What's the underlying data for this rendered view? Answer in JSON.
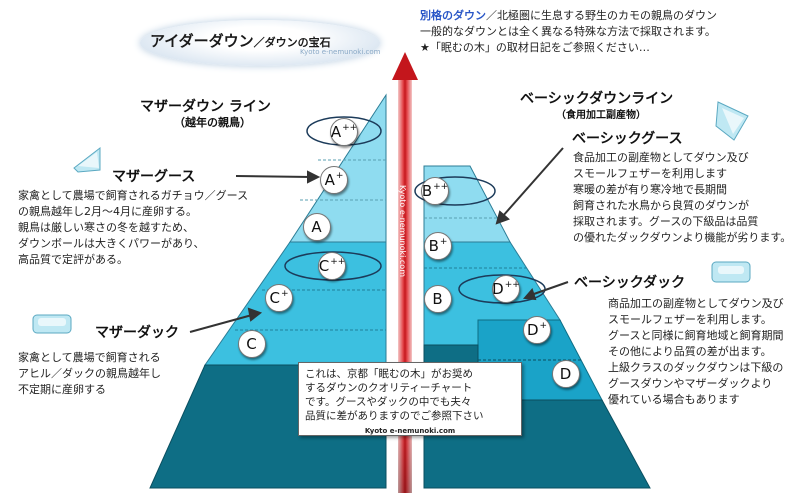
{
  "header": {
    "cloud_title": "アイダーダウン",
    "cloud_subtitle": "／ダウンの宝石",
    "cloud_url": "Kyoto e-nemunoki.com",
    "intro_link": "別格のダウン",
    "intro_line1_rest": "／北極圏に生息する野生のカモの親鳥のダウン",
    "intro_line2": "一般的なダウンとは全く異なる特殊な方法で採取されます。",
    "intro_line3": "★「眠むの木」の取材日記をご参照ください…"
  },
  "mother_line": {
    "title": "マザーダウン ライン",
    "subtitle": "（越年の親鳥）",
    "goose_label": "マザーグース",
    "goose_desc": [
      "家禽として農場で飼育されるガチョウ／グース",
      "の親鳥越年し2月～4月に産卵する。",
      "親鳥は厳しい寒さの冬を越すため、",
      "ダウンボールは大きくパワーがあり、",
      "高品質で定評がある。"
    ],
    "duck_label": "マザーダック",
    "duck_desc": [
      "家禽として農場で飼育される",
      "アヒル／ダックの親鳥越年し",
      "不定期に産卵する"
    ],
    "grades": [
      {
        "base": "A",
        "sup": "++"
      },
      {
        "base": "A",
        "sup": "+"
      },
      {
        "base": "A",
        "sup": ""
      },
      {
        "base": "C",
        "sup": "++"
      },
      {
        "base": "C",
        "sup": "+"
      },
      {
        "base": "C",
        "sup": ""
      }
    ]
  },
  "basic_line": {
    "title": "ベーシックダウンライン",
    "subtitle": "（食用加工副産物）",
    "goose_label": "ベーシックグース",
    "goose_desc": [
      "食品加工の副産物としてダウン及び",
      "スモールフェザーを利用します",
      "寒暖の差が有り寒冷地で長期間",
      "飼育された水鳥から良質のダウンが",
      "採取されます。グースの下級品は品質",
      "の優れたダックダウンより機能が劣ります。"
    ],
    "duck_label": "ベーシックダック",
    "duck_desc": [
      "商品加工の副産物としてダウン及び",
      "スモールフェザーを利用します。",
      "グースと同様に飼育地域と飼育期間",
      "その他により品質の差が出ます。",
      "上級クラスのダックダウンは下級の",
      "グースダウンやマザーダックより",
      "優れている場合もあります"
    ],
    "grades": [
      {
        "base": "B",
        "sup": "++"
      },
      {
        "base": "B",
        "sup": "+"
      },
      {
        "base": "B",
        "sup": ""
      },
      {
        "base": "D",
        "sup": "++"
      },
      {
        "base": "D",
        "sup": "+"
      },
      {
        "base": "D",
        "sup": ""
      }
    ]
  },
  "center": {
    "watermark": "Kyoto e-nemunoki.com"
  },
  "note": {
    "lines": [
      "これは、京都「眠むの木」がお奨め",
      "するダウンのクオリティーチャート",
      "です。グースやダックの中でも夫々",
      "品質に差がありますのでご参照下さい"
    ],
    "url": "Kyoto e-nemunoki.com"
  },
  "colors": {
    "light_cyan": "#8fdcf0",
    "mid_cyan": "#3cc0e0",
    "dark_cyan": "#1aa3c8",
    "deep_teal": "#0e6e85",
    "arrow_red": "#d3282e",
    "link_blue": "#2a57c7"
  }
}
